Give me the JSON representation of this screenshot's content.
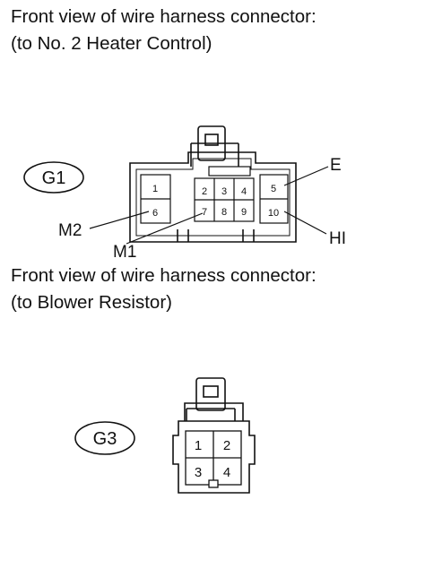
{
  "connectors": [
    {
      "caption_line1": "Front view of wire harness connector:",
      "caption_line2": "(to No. 2 Heater Control)",
      "tag": "G1",
      "pins": [
        "1",
        "2",
        "3",
        "4",
        "5",
        "6",
        "7",
        "8",
        "9",
        "10"
      ],
      "callouts": {
        "e": "E",
        "hi": "HI",
        "m2": "M2",
        "m1": "M1"
      }
    },
    {
      "caption_line1": "Front view of wire harness connector:",
      "caption_line2": "(to Blower Resistor)",
      "tag": "G3",
      "pins": [
        "1",
        "2",
        "3",
        "4"
      ]
    }
  ]
}
